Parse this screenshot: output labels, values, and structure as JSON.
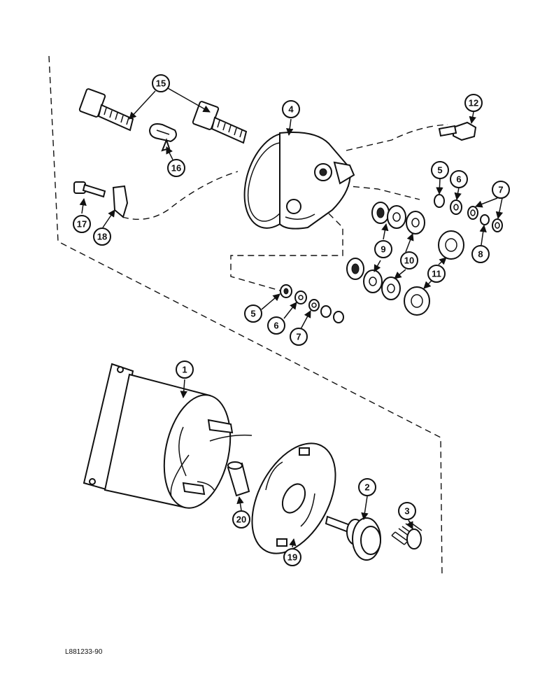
{
  "drawing_code": "L881233-90",
  "callouts": {
    "c1": "1",
    "c2": "2",
    "c3": "3",
    "c4": "4",
    "c5a": "5",
    "c5b": "5",
    "c6a": "6",
    "c6b": "6",
    "c7a": "7",
    "c7b": "7",
    "c8": "8",
    "c9": "9",
    "c10": "10",
    "c11": "11",
    "c12": "12",
    "c15": "15",
    "c16": "16",
    "c17": "17",
    "c18": "18",
    "c19": "19",
    "c20": "20"
  }
}
